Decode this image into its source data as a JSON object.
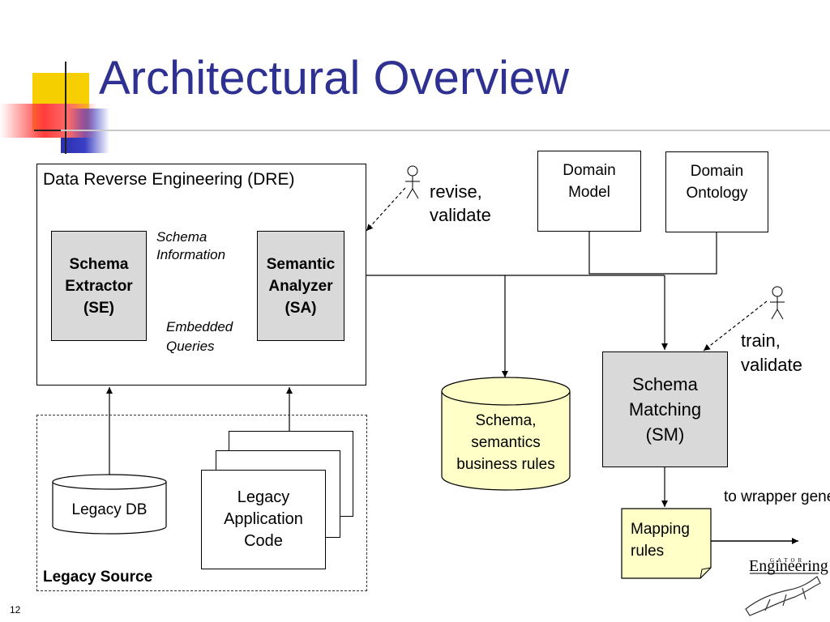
{
  "slide": {
    "title": "Architectural Overview",
    "page_number": "12"
  },
  "dre": {
    "label": "Data Reverse Engineering (DRE)",
    "schema_extractor": "Schema\nExtractor\n(SE)",
    "semantic_analyzer": "Semantic\nAnalyzer\n(SA)",
    "schema_information": "Schema\nInformation",
    "embedded_queries": "Embedded\nQueries"
  },
  "legacy": {
    "label": "Legacy Source",
    "db": "Legacy DB",
    "app_code": "Legacy\nApplication\nCode"
  },
  "domain": {
    "model": "Domain\nModel",
    "ontology": "Domain\nOntology"
  },
  "actors": {
    "revise_validate": "revise,\nvalidate",
    "train_validate": "train,\nvalidate"
  },
  "repository": {
    "label": "Schema,\nsemantics\nbusiness rules"
  },
  "schema_matching": {
    "label": "Schema\nMatching\n(SM)"
  },
  "mapping": {
    "label": "Mapping\nrules",
    "output": "to wrapper\ngenerator"
  },
  "logo": {
    "text": "Engineering",
    "small_text": "GATOR"
  },
  "colors": {
    "title": "#2e3192",
    "process_fill": "#d9d9d9",
    "store_fill": "#ffffc8"
  }
}
